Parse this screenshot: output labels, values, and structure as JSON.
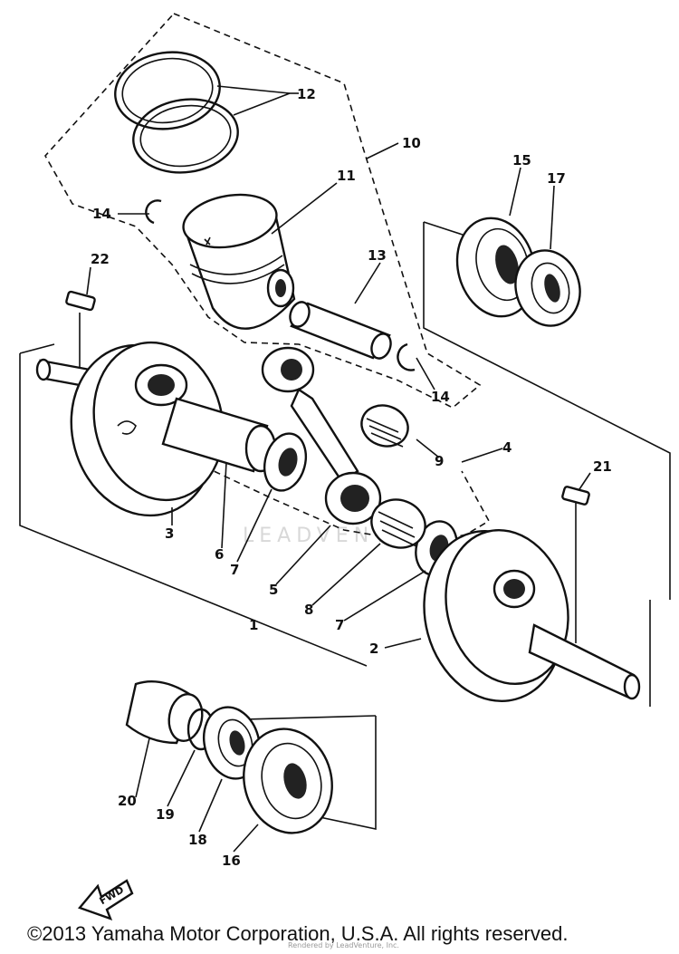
{
  "diagram": {
    "callouts": {
      "c1": "1",
      "c2": "2",
      "c3": "3",
      "c4": "4",
      "c5": "5",
      "c6": "6",
      "c7a": "7",
      "c7b": "7",
      "c8": "8",
      "c9": "9",
      "c10": "10",
      "c11": "11",
      "c12": "12",
      "c13": "13",
      "c14a": "14",
      "c14b": "14",
      "c15": "15",
      "c16": "16",
      "c17": "17",
      "c18": "18",
      "c19": "19",
      "c20": "20",
      "c21": "21",
      "c22": "22"
    },
    "direction_label": "FWD",
    "watermark": "LEADVENTURE",
    "small_credit": "Rendered by LeadVenture, Inc."
  },
  "footer": {
    "copyright": "©2013 Yamaha Motor Corporation, U.S.A. All rights reserved."
  },
  "colors": {
    "ink": "#111111",
    "paper": "#ffffff",
    "watermark": "#d8d8d8"
  }
}
